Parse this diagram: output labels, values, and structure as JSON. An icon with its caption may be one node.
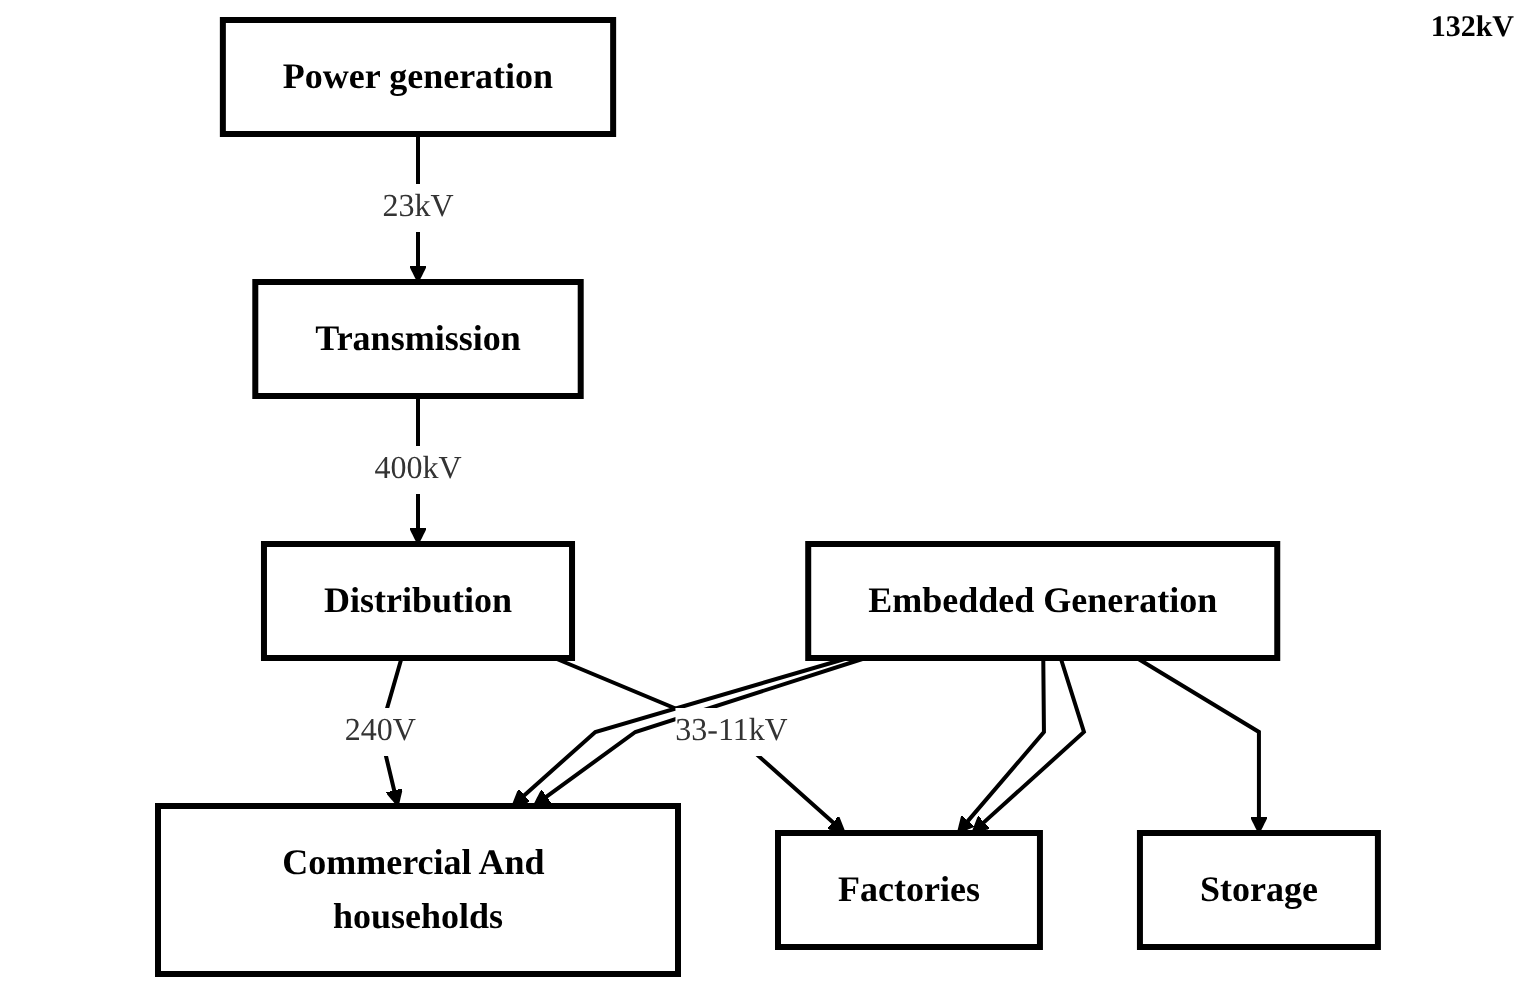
{
  "diagram": {
    "nodes": [
      {
        "text": [
          "Power generation"
        ]
      },
      {
        "text": [
          "Transmission"
        ]
      },
      {
        "text": [
          "Distribution"
        ]
      },
      {
        "text": [
          "Commercial And households"
        ]
      },
      {
        "text": [
          "Factories"
        ]
      },
      {
        "text": [
          "Storage"
        ]
      },
      {
        "text": [
          "Embedded Generation"
        ]
      }
    ],
    "edges": [
      {
        "from": 0,
        "to": 1,
        "arrow": "to",
        "label": "23kV"
      },
      {
        "from": 1,
        "to": 2,
        "arrow": "to",
        "label": "400kV"
      },
      {
        "from": 2,
        "to": 3,
        "arrow": "to",
        "label": "240V"
      },
      {
        "from": 2,
        "to": 4,
        "arrow": "to",
        "label": "33-11kV"
      },
      {
        "from": 6,
        "to": 3,
        "arrow": "to"
      },
      {
        "from": 6,
        "to": 4,
        "arrow": "to"
      },
      {
        "from": 6,
        "to": 5,
        "arrow": "to"
      },
      {
        "from": 6,
        "to": 3,
        "arrow": "to"
      },
      {
        "from": 6,
        "to": 4,
        "arrow": "to"
      }
    ],
    "labels": [
      "132kV"
    ]
  }
}
